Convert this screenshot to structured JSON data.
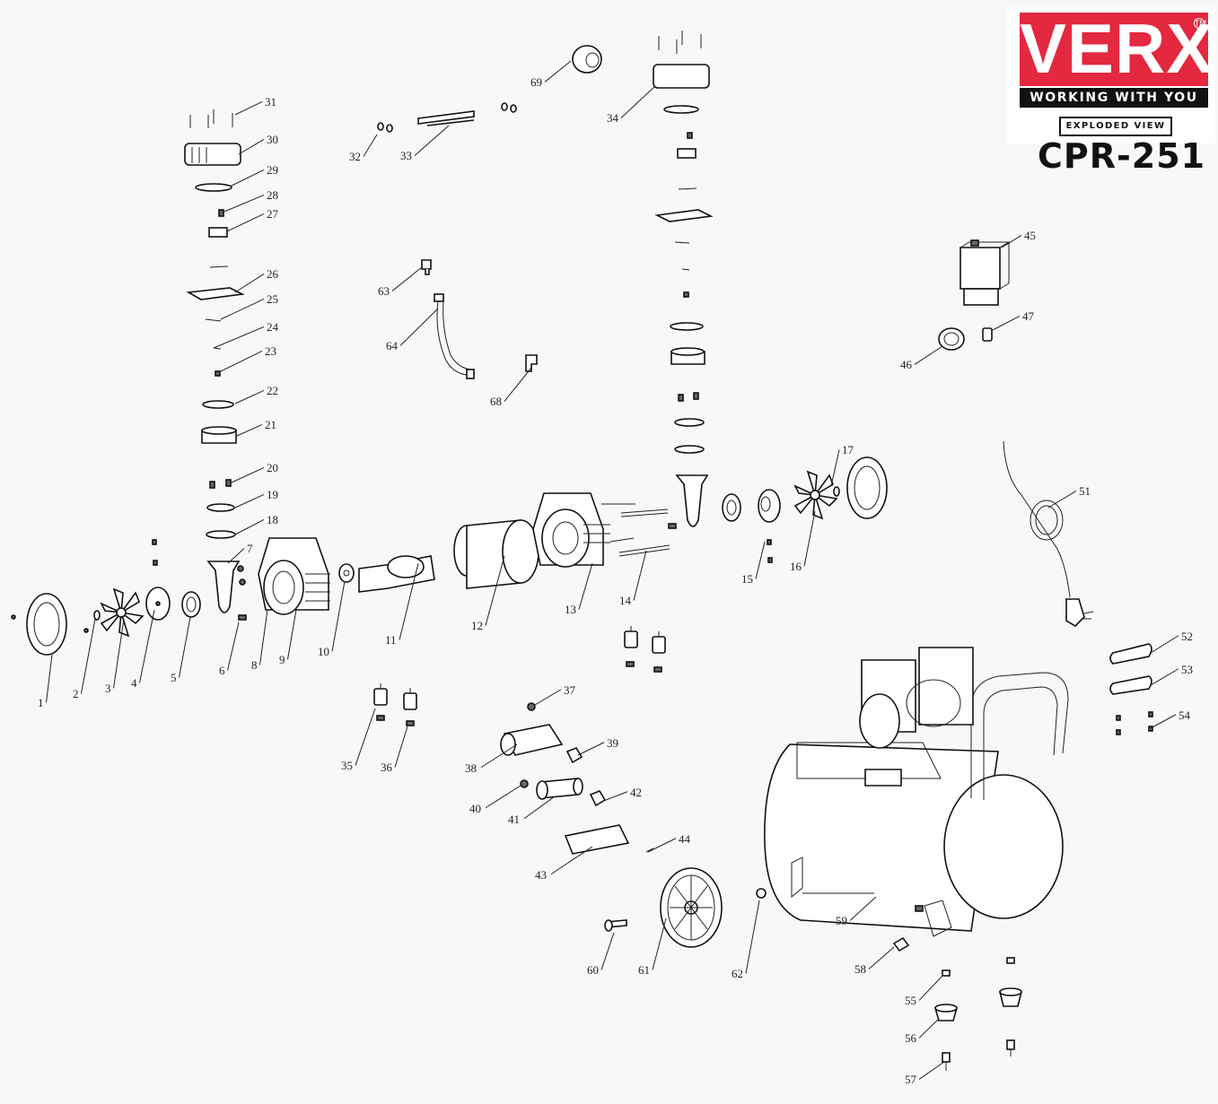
{
  "brand": {
    "name": "VERX",
    "trademark": "TM",
    "slogan": "WORKING WITH YOU",
    "view_label": "EXPLODED VIEW",
    "model": "CPR-251",
    "colors": {
      "brand_red": "#e4283f",
      "ink": "#111111"
    }
  },
  "part_labels": [
    "1",
    "2",
    "3",
    "4",
    "5",
    "6",
    "7",
    "8",
    "9",
    "10",
    "11",
    "12",
    "13",
    "14",
    "15",
    "16",
    "17",
    "18",
    "19",
    "20",
    "21",
    "22",
    "23",
    "24",
    "25",
    "26",
    "27",
    "28",
    "29",
    "30",
    "31",
    "32",
    "33",
    "34",
    "35",
    "36",
    "37",
    "38",
    "39",
    "40",
    "41",
    "42",
    "43",
    "44",
    "45",
    "46",
    "47",
    "51",
    "52",
    "53",
    "54",
    "55",
    "56",
    "57",
    "58",
    "59",
    "60",
    "61",
    "62",
    "63",
    "64",
    "68",
    "69"
  ]
}
